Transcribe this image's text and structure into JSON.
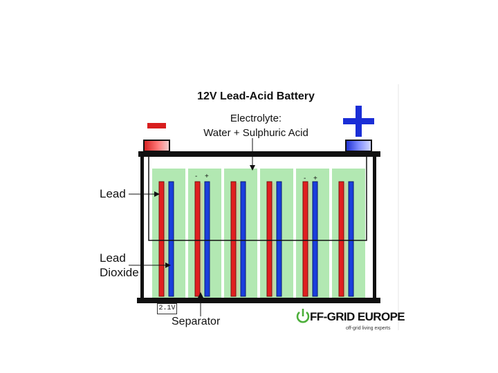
{
  "diagram": {
    "title": "12V Lead-Acid Battery",
    "electrolyte_line1": "Electrolyte:",
    "electrolyte_line2": "Water + Sulphuric Acid",
    "label_lead": "Lead",
    "label_lead_dioxide_1": "Lead",
    "label_lead_dioxide_2": "Dioxide",
    "label_separator": "Separator",
    "cell_voltage": "2.1V",
    "minus_sign": "-",
    "plus_sign": "+",
    "cell_count": 6
  },
  "logo": {
    "brand": "FF-GRID EUROPE",
    "tagline": "off-grid living experts",
    "icon": "power-icon"
  },
  "colors": {
    "lead_plate": "#e02020",
    "lead_dioxide_plate": "#1a3fdc",
    "electrolyte": "#b2e8b2",
    "separator": "#c8d0a0",
    "negative_terminal": "#e02020",
    "positive_terminal": "#1a30d0",
    "logo_green": "#4caf3a"
  }
}
